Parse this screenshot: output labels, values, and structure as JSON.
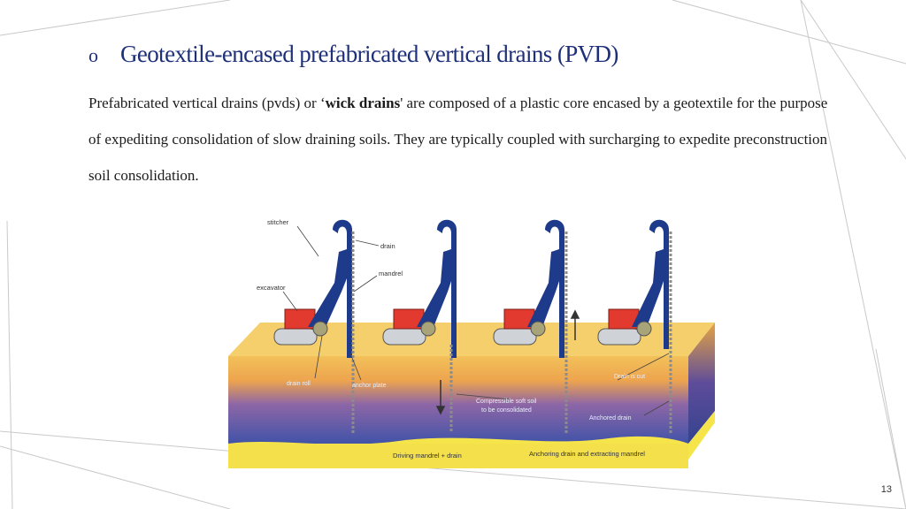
{
  "slide": {
    "bullet": "o",
    "title": "Geotextile-encased prefabricated vertical drains (PVD)",
    "paragraph": {
      "part1": "Prefabricated vertical drains (pvds) or ‘",
      "bold": "wick drains",
      "part2": "' are composed of a plastic core encased by a geotextile for the purpose of expediting consolidation of slow draining soils. They are typically coupled with surcharging to expedite preconstruction soil consolidation."
    },
    "page_number": "13"
  },
  "figure": {
    "labels": {
      "stitcher": "stitcher",
      "drain": "drain",
      "mandrel": "mandrel",
      "excavator": "excavator",
      "drain_roll": "drain roll",
      "anchor_plate": "anchor plate",
      "compressible_1": "Compressible soft soil",
      "compressible_2": "to be consolidated",
      "drain_is_cut": "Drain is cut",
      "anchored_drain": "Anchored drain",
      "driving": "Driving mandrel + drain",
      "anchoring": "Anchoring drain and extracting mandrel"
    },
    "colors": {
      "sand": "#f2c75a",
      "soil_top": "#f0a94a",
      "soil_mid": "#6e5aa8",
      "soil_bottom": "#3e4fa8",
      "rig": "#1e3a8a",
      "cab": "#e23a2e"
    }
  }
}
